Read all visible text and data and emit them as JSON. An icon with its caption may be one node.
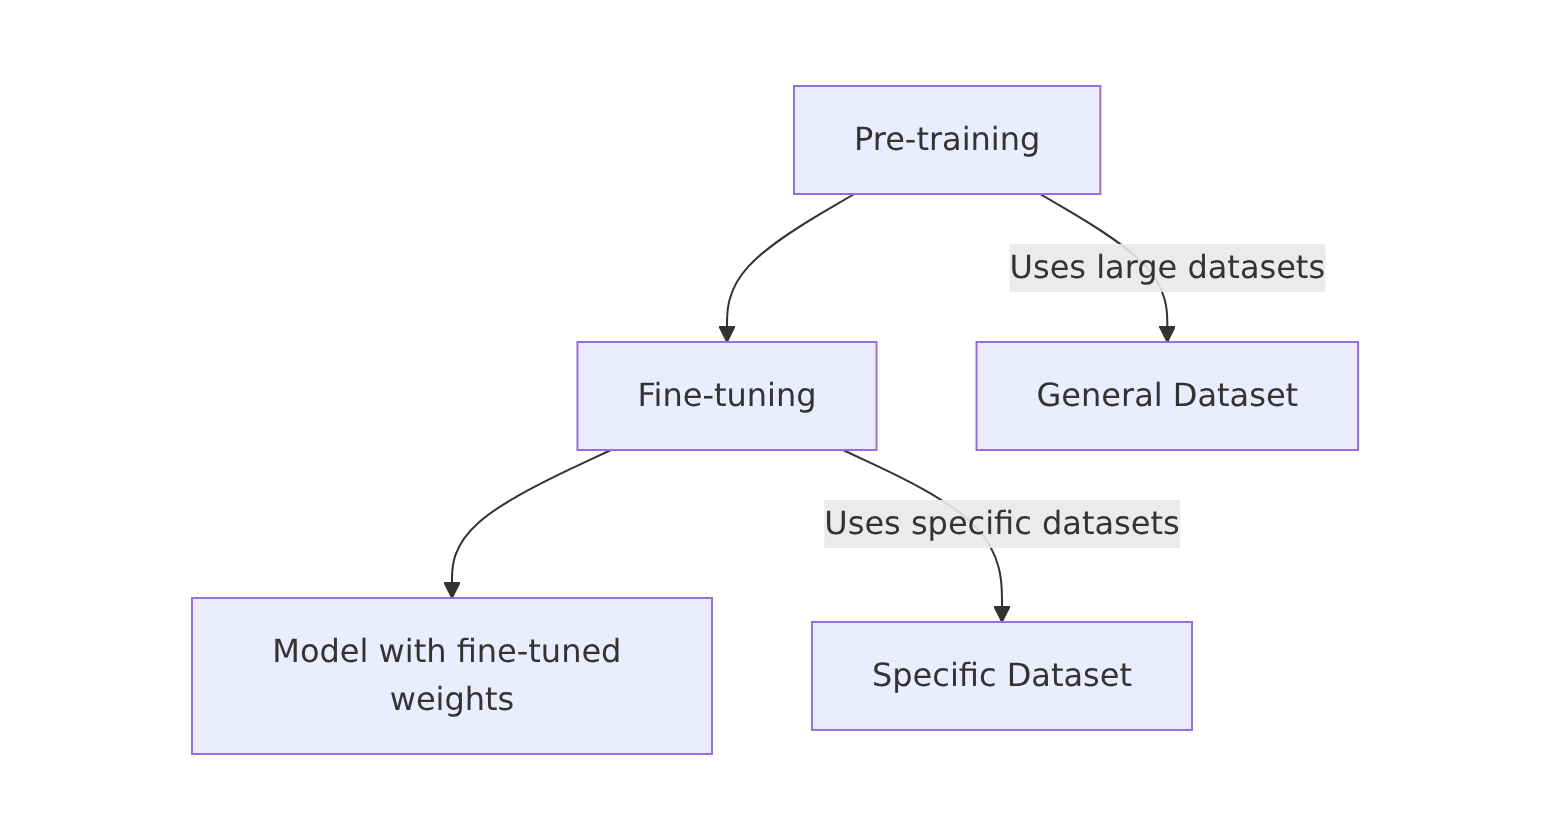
{
  "diagram": {
    "nodes": [
      {
        "text": [
          "Pre-training"
        ]
      },
      {
        "text": [
          "Fine-tuning"
        ]
      },
      {
        "text": [
          "General Dataset"
        ]
      },
      {
        "text": [
          "Model with fine-tuned weights"
        ]
      },
      {
        "text": [
          "Specific Dataset"
        ]
      }
    ],
    "edges": [
      {
        "from": 0,
        "to": 1,
        "arrow": "to"
      },
      {
        "from": 0,
        "to": 2,
        "arrow": "to",
        "label": "Uses large datasets"
      },
      {
        "from": 1,
        "to": 3,
        "arrow": "to"
      },
      {
        "from": 1,
        "to": 4,
        "arrow": "to",
        "label": "Uses specific datasets"
      }
    ]
  }
}
